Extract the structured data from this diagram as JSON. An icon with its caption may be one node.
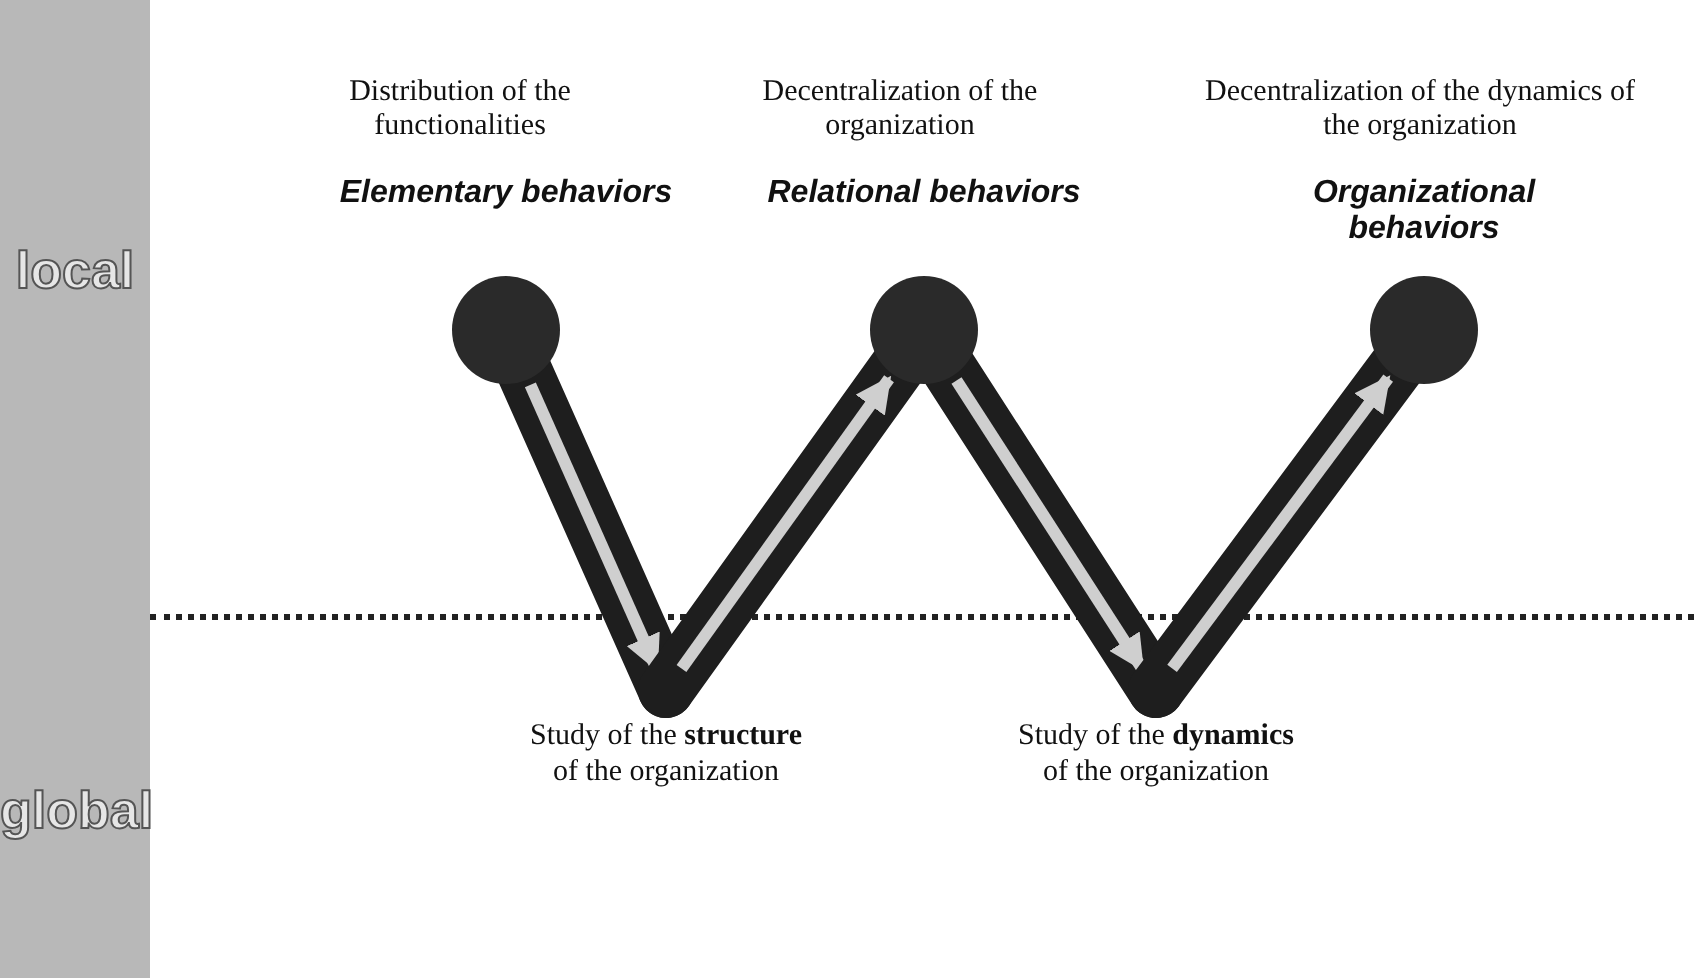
{
  "diagram": {
    "nodes": [
      {
        "text": [
          "Elementary behaviors"
        ]
      },
      {
        "text": [
          "Relational behaviors"
        ]
      },
      {
        "text": [
          "Organizational behaviors"
        ]
      },
      {
        "text": [
          "Study of the **structure** of the organization"
        ]
      },
      {
        "text": [
          "Study of the **dynamics** of the organization"
        ]
      }
    ],
    "edges": [
      {
        "from": 0,
        "to": 3,
        "arrow": "to"
      },
      {
        "from": 3,
        "to": 1,
        "arrow": "to"
      },
      {
        "from": 1,
        "to": 4,
        "arrow": "to"
      },
      {
        "from": 4,
        "to": 2,
        "arrow": "to"
      }
    ],
    "labels": [
      "Distribution of the functionalities",
      "Decentralization of the organization",
      "Decentralization of the dynamics of the organization",
      "local",
      "global"
    ]
  }
}
